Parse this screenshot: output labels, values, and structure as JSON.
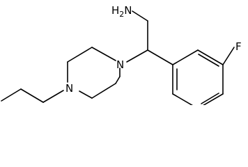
{
  "molecule": {
    "labels": {
      "amine": "H2N",
      "amine_h": "H",
      "amine_sub": "2",
      "amine_n": "N",
      "fluorine": "F",
      "piperazine_n_upper": "N",
      "piperazine_n_lower": "N"
    },
    "colors": {
      "bond": "#000000",
      "label": "#000000",
      "background": "#ffffff"
    }
  }
}
